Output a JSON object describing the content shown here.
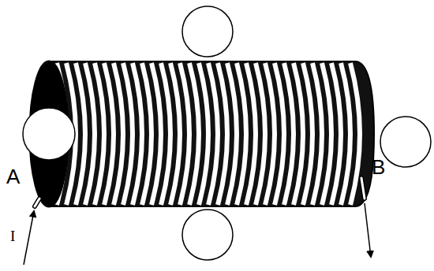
{
  "diagram": {
    "labels": [
      "A",
      "B",
      "I"
    ]
  }
}
